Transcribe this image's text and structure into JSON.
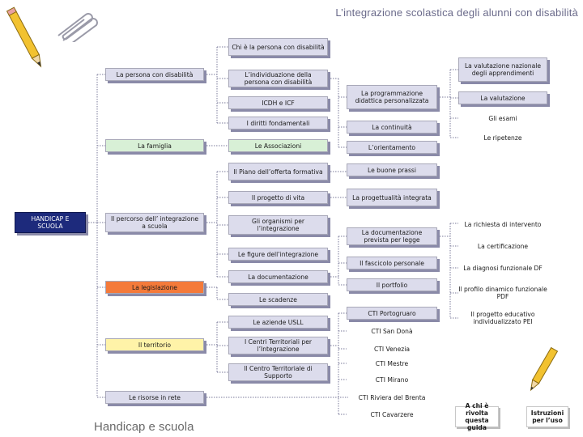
{
  "header": {
    "title": "L’integrazione scolastica degli alunni con disabilità"
  },
  "footer": {
    "text": "Handicap e scuola"
  },
  "root": "HANDICAP E SCUOLA",
  "col1": [
    "La persona con disabilità",
    "La famiglia",
    "Il percorso dell’ integrazione a scuola",
    "La legislazione",
    "Il territorio",
    "Le risorse in rete"
  ],
  "col2": [
    "Chi è la persona con disabilità",
    "L’individuazione della persona con disabilità",
    "ICDH e ICF",
    "I diritti fondamentali",
    "Le Associazioni",
    "Il Piano dell’offerta formativa",
    "Il progetto di vita",
    "Gli organismi per l’integrazione",
    "Le figure dell’integrazione",
    "La documentazione",
    "Le scadenze",
    "Le aziende USLL",
    "I Centri Territoriali per l’Integrazione",
    "Il Centro Territoriale di Supporto"
  ],
  "col3": [
    "La programmazione didattica personalizzata",
    "La continuità",
    "L’orientamento",
    "Le buone prassi",
    "La progettualità integrata",
    "La documentazione prevista per legge",
    "Il fascicolo personale",
    "Il portfolio",
    "CTI Portogruaro",
    "CTI San Donà",
    "CTI Venezia",
    "CTI Mestre",
    "CTI Mirano",
    "CTI Riviera del Brenta",
    "CTI Cavarzere"
  ],
  "col4": [
    "La valutazione nazionale degli apprendimenti",
    "La valutazione",
    "Gli esami",
    "Le ripetenze",
    "La richiesta di intervento",
    "La certificazione",
    "La diagnosi funzionale DF",
    "Il profilo dinamico funzionale PDF",
    "Il progetto educativo individualizzato PEI"
  ],
  "links": {
    "guide": "A chi è rivolta questa guida",
    "instructions": "Istruzioni per l’uso"
  },
  "colors": {
    "root": "#1d2a7c",
    "legislazione": "#f47a3a",
    "territorio": "#fff3a8",
    "famiglia": "#d8f0d6",
    "node": "#dcdcec"
  }
}
